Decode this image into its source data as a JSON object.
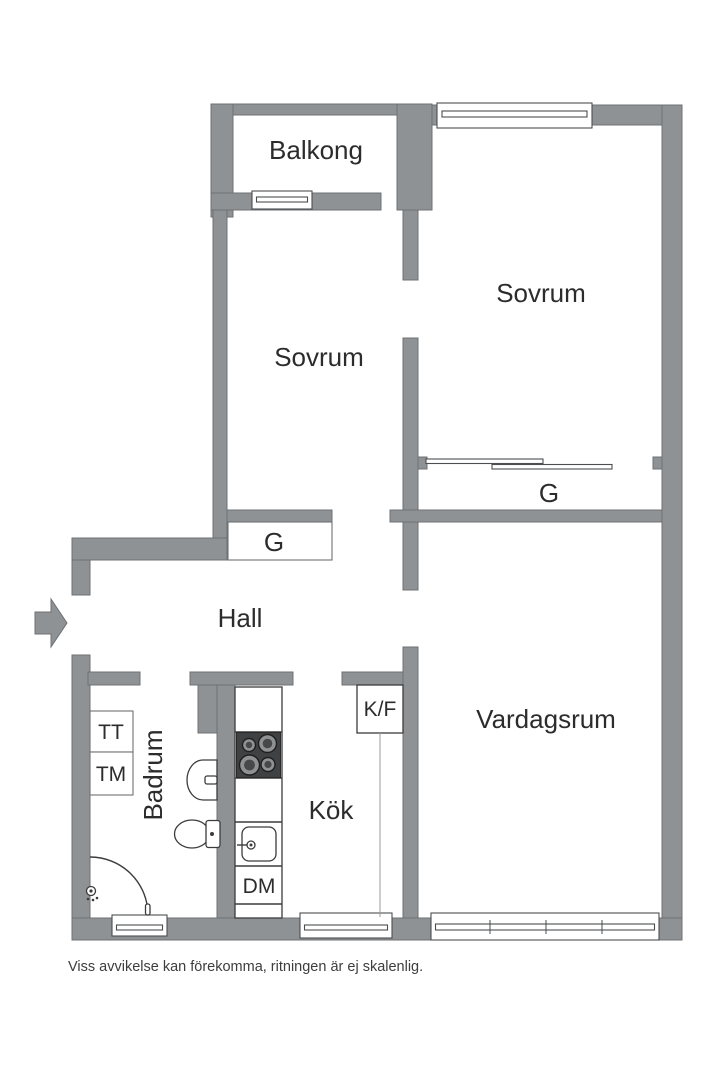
{
  "page": {
    "footer_note": "Viss avvikelse kan förekomma, ritningen är ej skalenlig."
  },
  "rooms": {
    "balcony": "Balkong",
    "bedroom_right": "Sovrum",
    "bedroom_left": "Sovrum",
    "closet_right": "G",
    "closet_left": "G",
    "hall": "Hall",
    "bathroom": "Badrum",
    "kitchen": "Kök",
    "living_room": "Vardagsrum"
  },
  "fixtures": {
    "dryer": "TT",
    "washer": "TM",
    "dishwasher": "DM",
    "fridge_freezer": "K/F"
  },
  "colors": {
    "wall": "#8f9294",
    "wall_outline": "#6e7173",
    "text": "#2c2c2c",
    "stove": "#3f4143",
    "fixture_outline": "#3c3c3c",
    "thin_outline": "#6f7274",
    "divider": "#9a9a9a"
  }
}
